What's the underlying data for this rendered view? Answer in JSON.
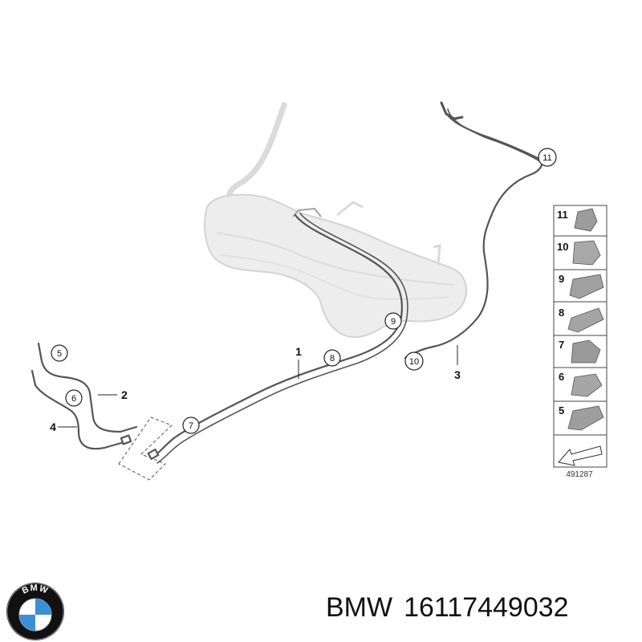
{
  "diagram": {
    "callouts": [
      "5",
      "6",
      "7",
      "8",
      "9",
      "10",
      "11"
    ],
    "part_labels": [
      "1",
      "2",
      "3",
      "4"
    ],
    "legend_items": [
      "11",
      "10",
      "9",
      "8",
      "7",
      "6",
      "5"
    ],
    "reference_number": "491287"
  },
  "caption": {
    "brand": "BMW",
    "part_number": "16117449032"
  },
  "logo": {
    "text": "BMW",
    "colors": {
      "blue": "#3a8fd6",
      "white": "#ffffff",
      "ring": "#111111"
    }
  },
  "colors": {
    "line": "#555555",
    "tank": "#e8e8e8",
    "tank_edge": "#c9c9c9"
  }
}
